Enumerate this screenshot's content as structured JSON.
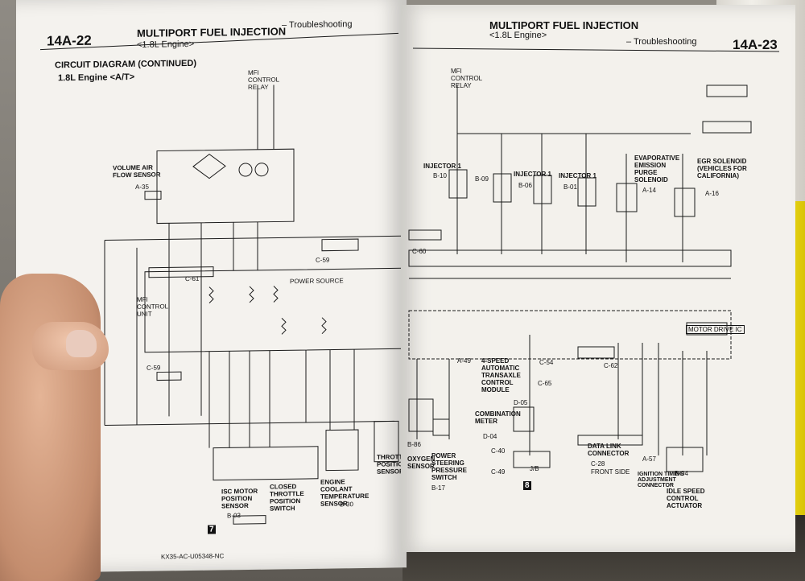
{
  "left_page": {
    "page_number": "14A-22",
    "title": "MULTIPORT FUEL INJECTION",
    "section": "– Troubleshooting",
    "engine": "<1.8L Engine>",
    "heading": "CIRCUIT DIAGRAM (CONTINUED)",
    "subheading": "1.8L Engine <A/T>",
    "labels": {
      "relay": "MFI CONTROL RELAY",
      "vol_air": "VOLUME AIR FLOW SENSOR",
      "a35": "A-35",
      "c61": "C-61",
      "c59": "C-59",
      "c59b": "C-59",
      "power_source": "POWER SOURCE",
      "mfi_unit": "MFI CONTROL UNIT",
      "isc": "ISC MOTOR POSITION SENSOR",
      "b03": "B-03",
      "closed_throttle": "CLOSED THROTTLE POSITION SWITCH",
      "coolant": "ENGINE COOLANT TEMPERATURE SENSOR",
      "b30": "B-30",
      "throttle": "THROTTLE POSITION SENSOR",
      "footer": "KX35-AC-U05348-NC",
      "connector_7": "7"
    }
  },
  "right_page": {
    "page_number": "14A-23",
    "title": "MULTIPORT FUEL INJECTION",
    "section": "– Troubleshooting",
    "engine": "<1.8L Engine>",
    "labels": {
      "relay": "MFI CONTROL RELAY",
      "injector1": "INJECTOR 1",
      "b10": "B-10",
      "b09": "B-09",
      "injector2": "INJECTOR 1",
      "b06": "B-06",
      "injector3": "INJECTOR 1",
      "b01": "B-01",
      "evap": "EVAPORATIVE EMISSION PURGE SOLENOID",
      "a14": "A-14",
      "egr": "EGR SOLENOID (VEHICLES FOR CALIFORNIA)",
      "a16": "A-16",
      "c60": "C-60",
      "a49": "A-49",
      "c54": "C-54",
      "c62": "C-62",
      "trans": "4-SPEED AUTOMATIC TRANSAXLE CONTROL MODULE",
      "c65": "C-65",
      "d05": "D-05",
      "combo": "COMBINATION METER",
      "d04": "D-04",
      "c40": "C-40",
      "c49": "C-49",
      "jb": "J/B",
      "b86": "B-86",
      "oxygen": "OXYGEN SENSOR",
      "power_steering": "POWER STEERING PRESSURE SWITCH",
      "b17": "B-17",
      "data_link": "DATA LINK CONNECTOR",
      "c28": "C-28",
      "front_side": "FRONT SIDE",
      "a57": "A-57",
      "ignition": "IGNITION TIMING ADJUSTMENT CONNECTOR",
      "b04": "B-04",
      "idle_speed": "IDLE SPEED CONTROL ACTUATOR",
      "motor_drive": "MOTOR DRIVE IC",
      "connector_8": "8"
    }
  }
}
